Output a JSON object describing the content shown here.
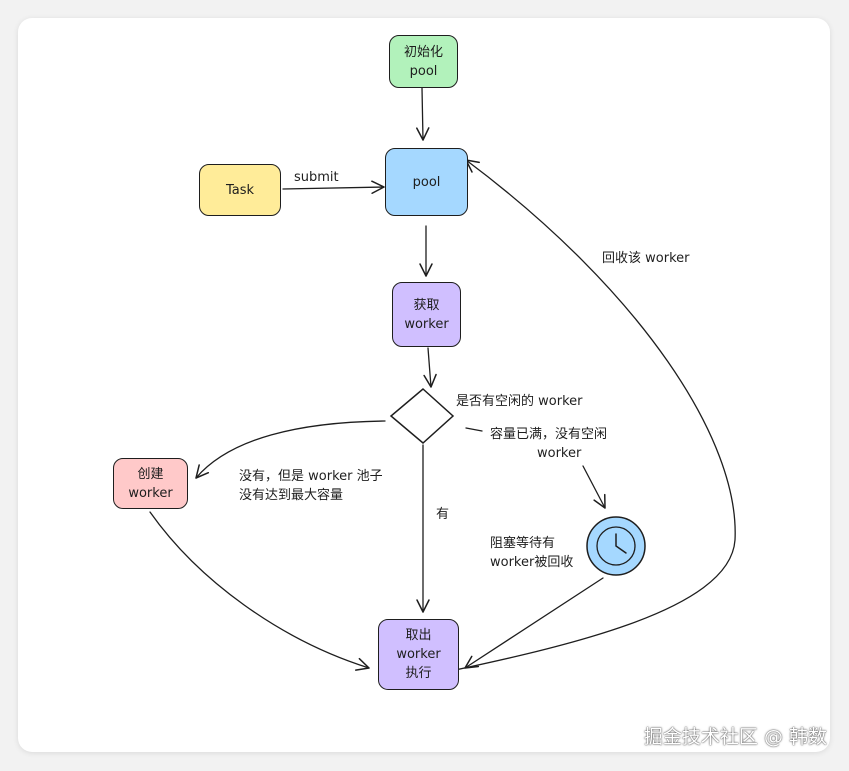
{
  "nodes": {
    "init_pool": {
      "line1": "初始化",
      "line2": "pool"
    },
    "pool": {
      "label": "pool"
    },
    "task": {
      "label": "Task"
    },
    "get_worker": {
      "line1": "获取",
      "line2": "worker"
    },
    "create_worker": {
      "line1": "创建",
      "line2": "worker"
    },
    "execute": {
      "line1": "取出",
      "line2": "worker",
      "line3": "执行"
    }
  },
  "labels": {
    "submit": "submit",
    "recycle": "回收该 worker",
    "decision": "是否有空闲的 worker",
    "full_line1": "容量已满，没有空闲",
    "full_line2": "worker",
    "none_line1": "没有，但是 worker 池子",
    "none_line2": "没有达到最大容量",
    "yes": "有",
    "block_line1": "阻塞等待有",
    "block_line2": "worker被回收"
  },
  "icons": {
    "clock": "clock-icon"
  },
  "colors": {
    "green": "#b2f2bb",
    "blue": "#a5d8ff",
    "yellow": "#ffec99",
    "purple": "#d0bfff",
    "pink": "#ffc9c9",
    "stroke": "#1e1e1e"
  },
  "watermark": "掘金技术社区 @ 韩数"
}
